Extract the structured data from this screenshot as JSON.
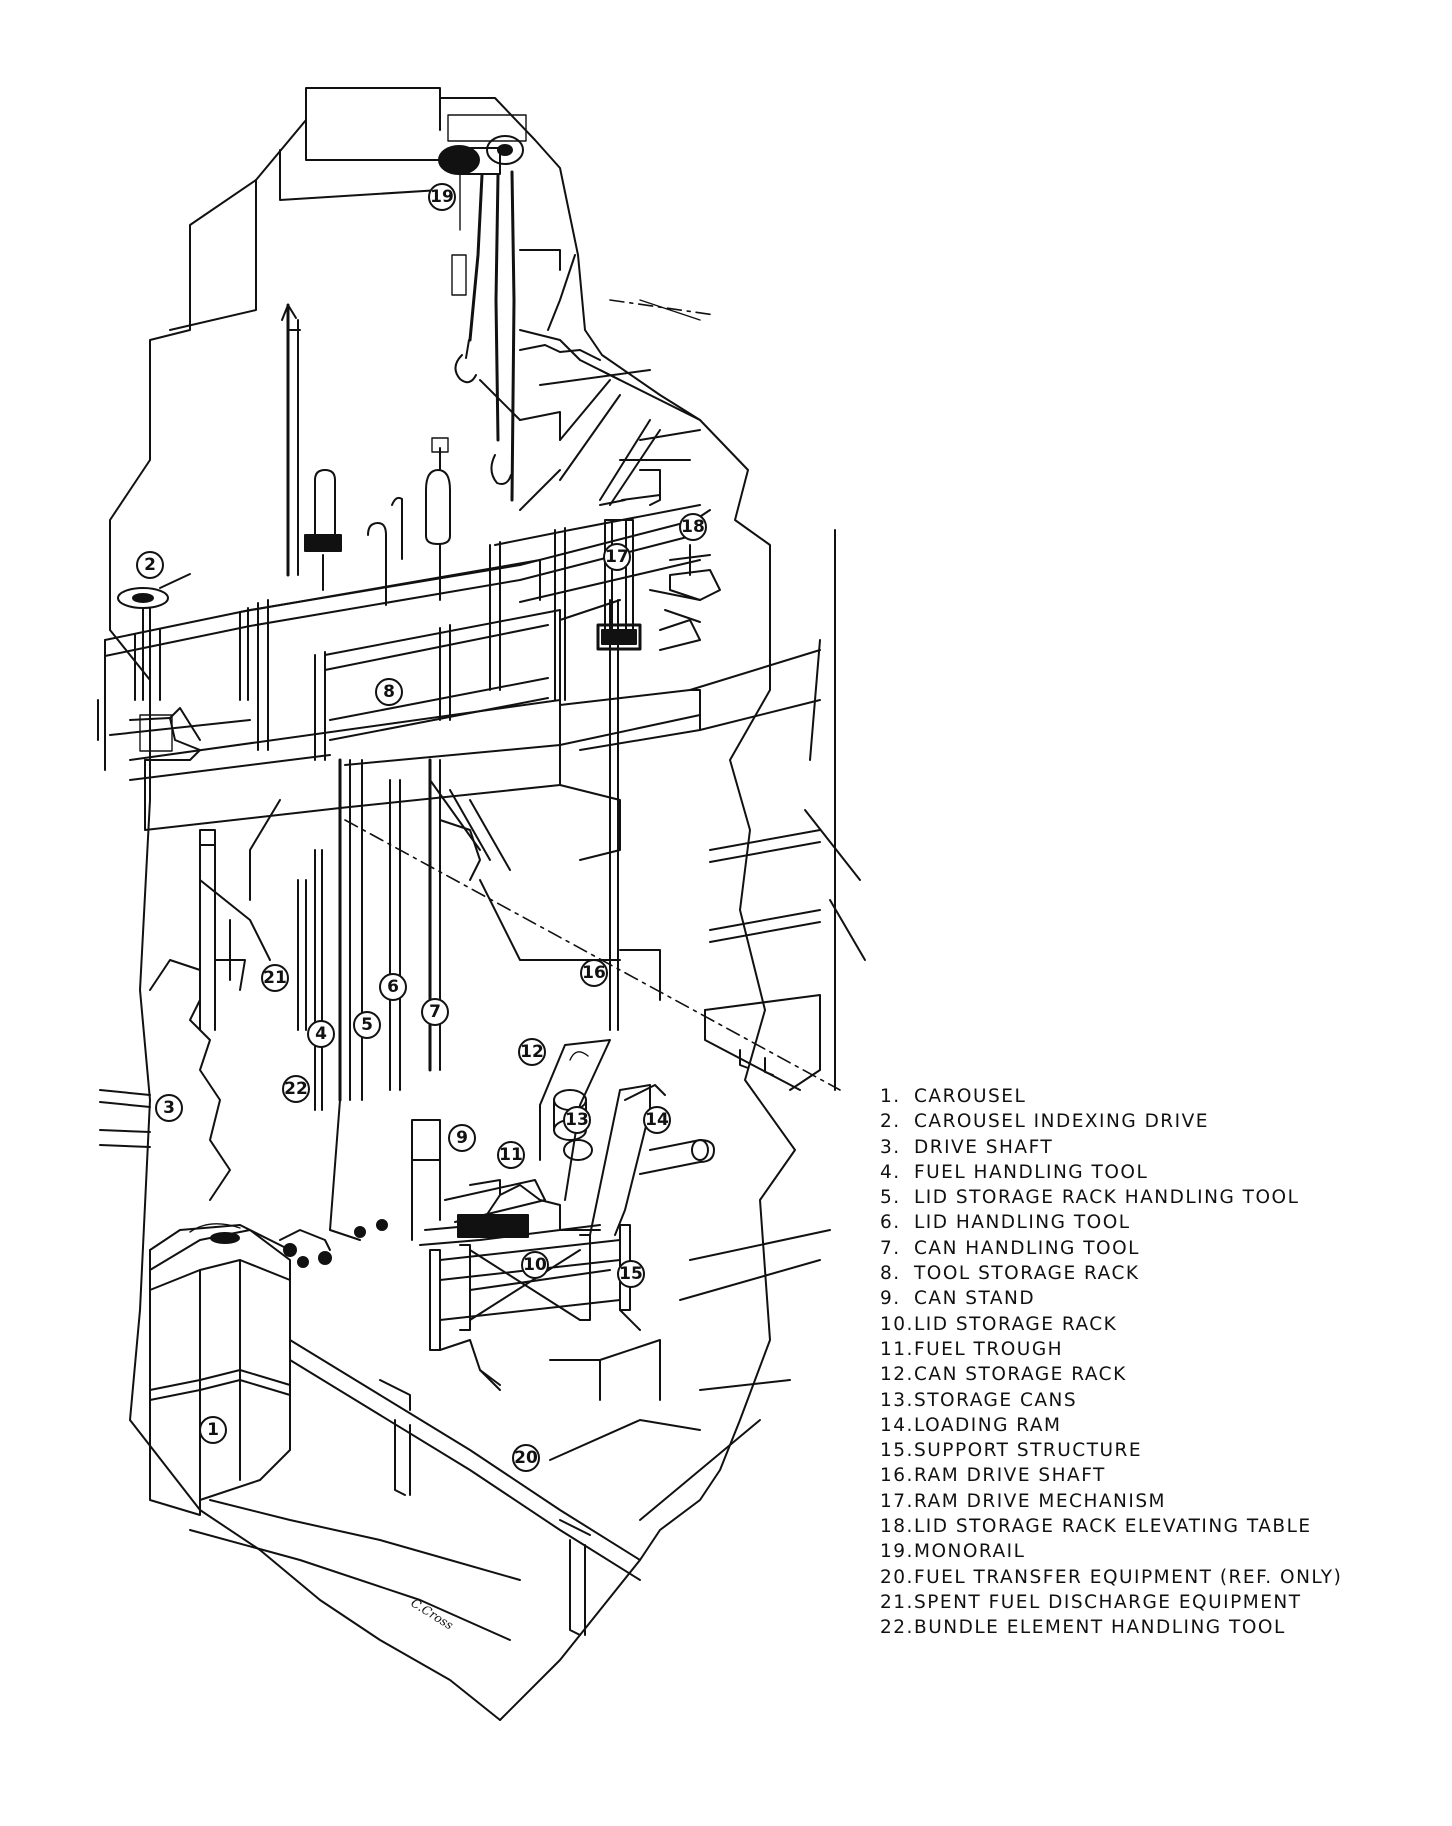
{
  "callouts": [
    "1",
    "2",
    "3",
    "4",
    "5",
    "6",
    "7",
    "8",
    "9",
    "10",
    "11",
    "12",
    "13",
    "14",
    "15",
    "16",
    "17",
    "18",
    "19",
    "20",
    "21",
    "22"
  ],
  "legend": [
    {
      "num": "1.",
      "label": "CAROUSEL"
    },
    {
      "num": "2.",
      "label": "CAROUSEL INDEXING DRIVE"
    },
    {
      "num": "3.",
      "label": "DRIVE SHAFT"
    },
    {
      "num": "4.",
      "label": "FUEL HANDLING TOOL"
    },
    {
      "num": "5.",
      "label": "LID STORAGE RACK HANDLING TOOL"
    },
    {
      "num": "6.",
      "label": "LID HANDLING TOOL"
    },
    {
      "num": "7.",
      "label": "CAN HANDLING TOOL"
    },
    {
      "num": "8.",
      "label": "TOOL STORAGE RACK"
    },
    {
      "num": "9.",
      "label": "CAN STAND"
    },
    {
      "num": "10.",
      "label": "LID STORAGE RACK"
    },
    {
      "num": "11.",
      "label": "FUEL TROUGH"
    },
    {
      "num": "12.",
      "label": "CAN STORAGE RACK"
    },
    {
      "num": "13.",
      "label": "STORAGE CANS"
    },
    {
      "num": "14.",
      "label": "LOADING RAM"
    },
    {
      "num": "15.",
      "label": "SUPPORT STRUCTURE"
    },
    {
      "num": "16.",
      "label": "RAM DRIVE SHAFT"
    },
    {
      "num": "17.",
      "label": "RAM DRIVE MECHANISM"
    },
    {
      "num": "18.",
      "label": "LID STORAGE RACK ELEVATING TABLE"
    },
    {
      "num": "19.",
      "label": "MONORAIL"
    },
    {
      "num": "20.",
      "label": "FUEL TRANSFER EQUIPMENT (REF. ONLY)"
    },
    {
      "num": "21.",
      "label": "SPENT FUEL DISCHARGE EQUIPMENT"
    },
    {
      "num": "22.",
      "label": "BUNDLE ELEMENT HANDLING TOOL"
    }
  ],
  "signature": "C.Cross"
}
